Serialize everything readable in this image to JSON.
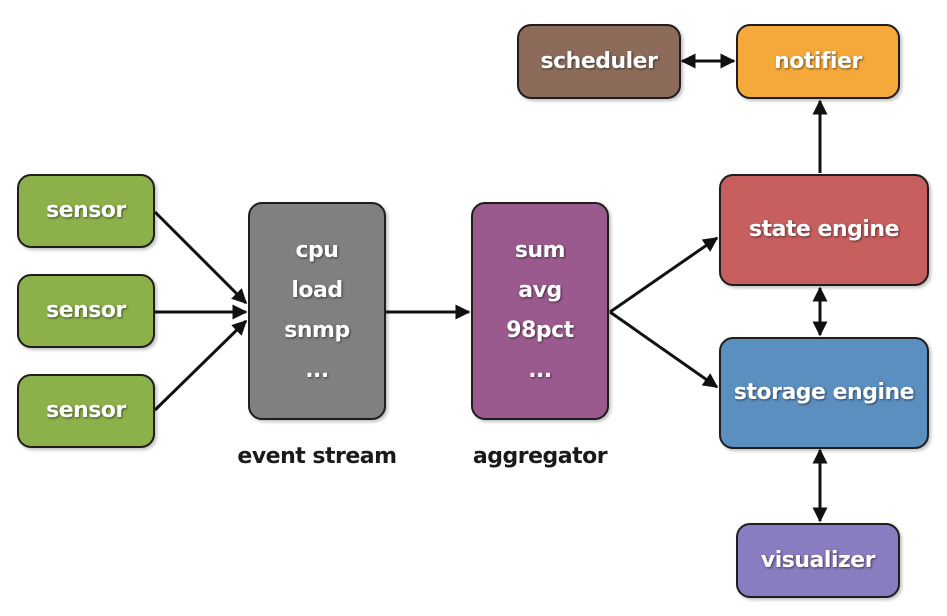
{
  "colors": {
    "sensor": "#8cb04a",
    "stream": "#808080",
    "aggregator": "#9a5a8e",
    "scheduler": "#8c6b5a",
    "notifier": "#f5a93a",
    "state": "#c75f5f",
    "storage": "#5b8fc0",
    "visualizer": "#8a7cc0"
  },
  "sensors": [
    "sensor",
    "sensor",
    "sensor"
  ],
  "event_stream": {
    "items": [
      "cpu",
      "load",
      "snmp",
      "..."
    ],
    "label": "event stream"
  },
  "aggregator": {
    "items": [
      "sum",
      "avg",
      "98pct",
      "..."
    ],
    "label": "aggregator"
  },
  "scheduler": "scheduler",
  "notifier": "notifier",
  "state_engine": "state engine",
  "storage_engine": "storage engine",
  "visualizer": "visualizer"
}
